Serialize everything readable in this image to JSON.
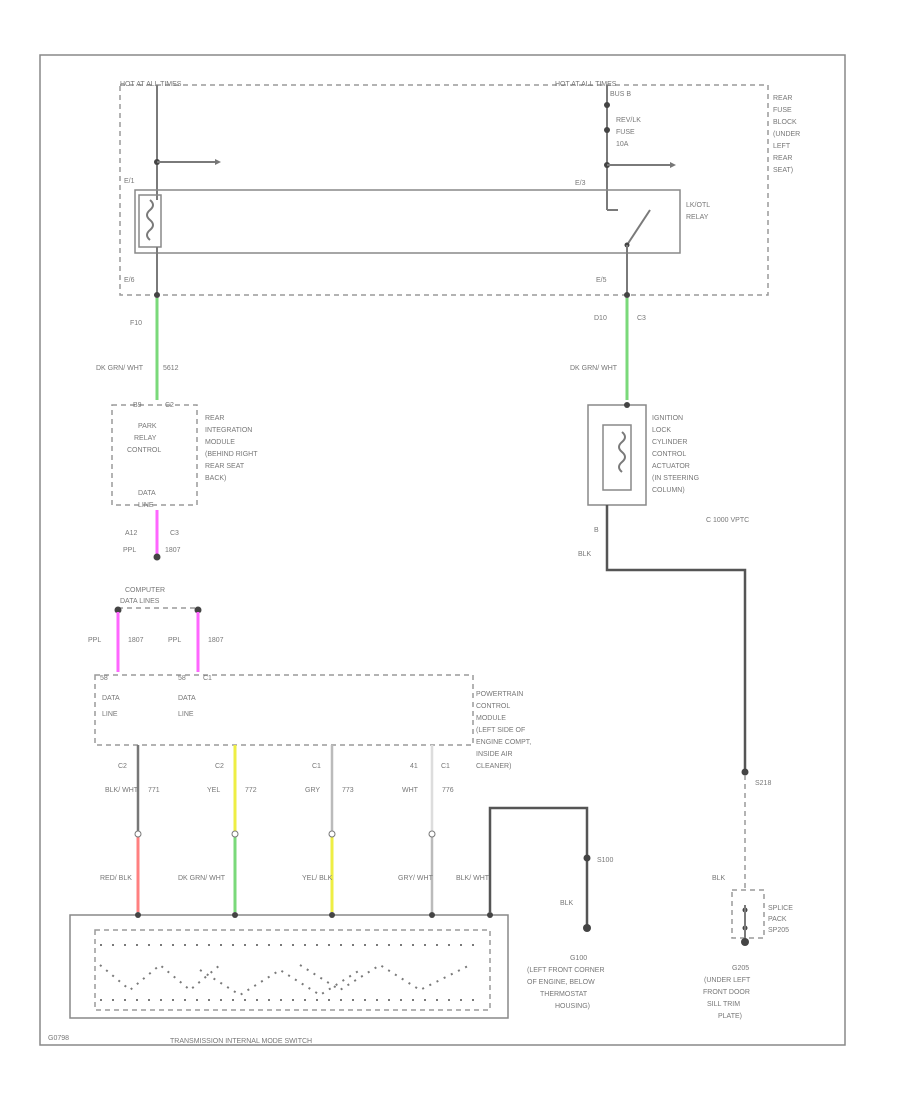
{
  "diagram": {
    "fuse_block_left_header": "HOT AT ALL TIMES",
    "fuse_block_right_header": "HOT AT ALL TIMES",
    "fuse_block_right_sub": "BUS B",
    "fuse_label": "REV/LK FUSE 10A",
    "rear_fuse_block_label": "REAR FUSE BLOCK (UNDER LEFT REAR SEAT)",
    "relay_label": "LK/OTL RELAY",
    "relay_pin_top_left": "E/1",
    "relay_pin_top_right": "E/3",
    "relay_pin_bottom_left": "E/6",
    "relay_pin_bottom_right": "E/5",
    "wire1_pin": "F10",
    "wire1_color": "DK GRN/ WHT",
    "wire1_circuit": "5612",
    "wire2_pin": "D10",
    "wire2_conn": "C3",
    "wire2_color": "DK GRN/ WHT",
    "rim_pin_top": "B9",
    "rim_conn_top": "C2",
    "rim_inner_label": "PARK RELAY CONTROL",
    "rim_data_label": "DATA LINE",
    "rim_label": "REAR INTEGRATION MODULE (BEHIND RIGHT REAR SEAT BACK)",
    "rim_pin_bottom": "A12",
    "rim_conn_bottom": "C3",
    "ppl_color": "PPL",
    "ppl_circuit": "1807",
    "computer_data_lines": "COMPUTER DATA LINES",
    "ppl_left_color": "PPL",
    "ppl_left_circuit": "1807",
    "ppl_right_color": "PPL",
    "ppl_right_circuit": "1807",
    "ignition_label": "IGNITION LOCK CYLINDER CONTROL ACTUATOR (IN STEERING COLUMN)",
    "ignition_pin": "B",
    "ignition_wire_color": "BLK",
    "ignition_wire_circuit": "C 1000 VPTC",
    "pcm_pin_left": "58",
    "pcm_pin_right": "58",
    "pcm_conn_right": "C1",
    "pcm_data_left": "DATA LINE",
    "pcm_data_right": "DATA LINE",
    "pcm_label": "POWERTRAIN CONTROL MODULE (LEFT SIDE OF ENGINE COMPT, INSIDE AIR CLEANER)",
    "pcm_out_pins": [
      "C2",
      "C2",
      "C1",
      "C1"
    ],
    "pcm_out_pins_num": [
      "",
      "",
      "",
      "41"
    ],
    "pcm_out_colors_top": [
      "BLK/ WHT",
      "YEL",
      "GRY",
      "WHT"
    ],
    "pcm_out_circuits_top": [
      "771",
      "772",
      "773",
      "776"
    ],
    "pcm_out_colors_bottom": [
      "RED/ BLK",
      "DK GRN/ WHT",
      "YEL/ BLK",
      "GRY/ WHT"
    ],
    "switch_blk_color": "BLK/ WHT",
    "splice_s100": "S100",
    "blk_label_1": "BLK",
    "ground_g100": "G100 (LEFT FRONT CORNER OF ENGINE, BELOW THERMOSTAT HOUSING)",
    "splice_s218": "S218",
    "blk_label_2": "BLK",
    "splice_pack": "SPLICE PACK SP205",
    "ground_g205": "G205 (UNDER LEFT FRONT DOOR SILL TRIM PLATE)",
    "switch_label": "TRANSMISSION INTERNAL MODE SWITCH",
    "footer_code": "G0798"
  },
  "colors": {
    "green_wire": "#7ad97a",
    "magenta_wire": "#ff66ff",
    "yellow_wire": "#eeee44",
    "red_wire": "#ff8080",
    "gray_wire": "#bbbbbb"
  }
}
